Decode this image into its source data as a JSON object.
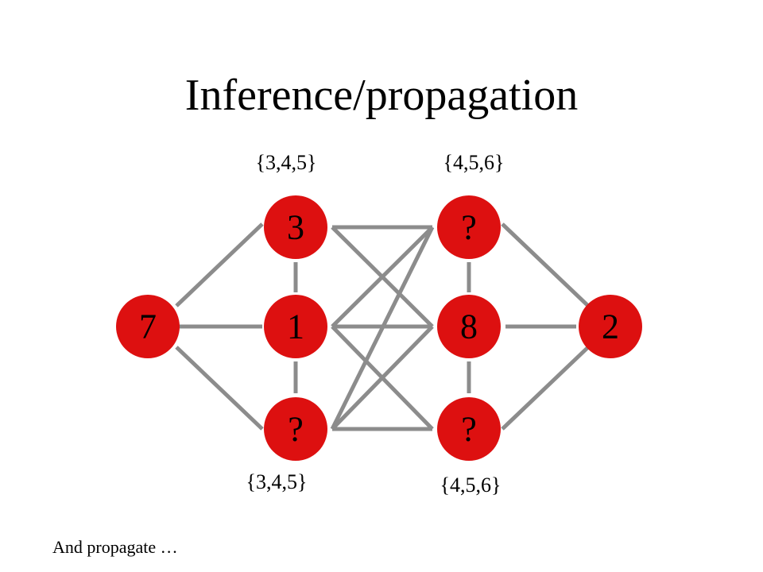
{
  "title": "Inference/propagation",
  "labels": {
    "top_left": "{3,4,5}",
    "top_right": "{4,5,6}",
    "bottom_left": "{3,4,5}",
    "bottom_right": "{4,5,6}"
  },
  "nodes": {
    "left": "7",
    "a_top": "3",
    "a_mid": "1",
    "a_bot": "?",
    "b_top": "?",
    "b_mid": "8",
    "b_bot": "?",
    "right": "2"
  },
  "footer": "And propagate …",
  "colors": {
    "node_fill": "#dd1010",
    "edge": "#8c8c8c"
  }
}
